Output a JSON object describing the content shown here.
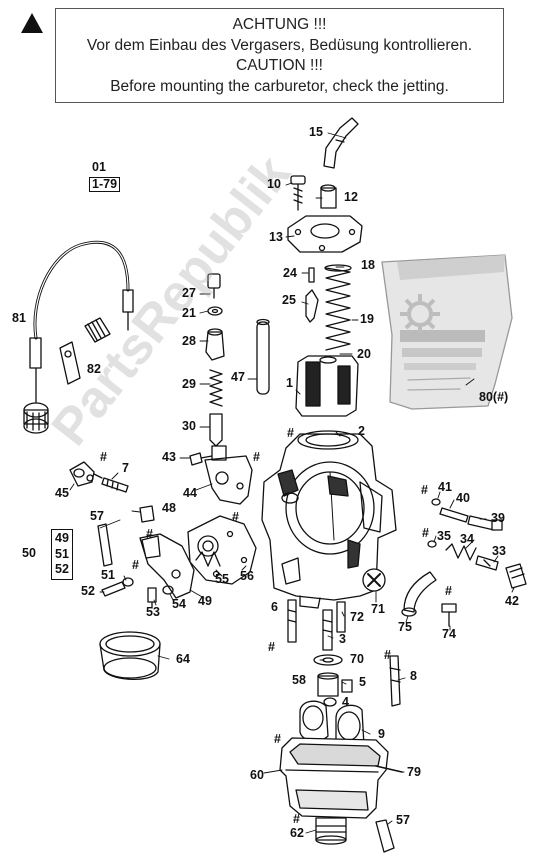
{
  "warning": {
    "lines": [
      "ACHTUNG !!!",
      "Vor dem Einbau des Vergasers, Bedüsung kontrollieren.",
      "CAUTION !!!",
      "Before mounting the carburetor, check the jetting."
    ]
  },
  "watermark": "PartsRepublik",
  "callouts": {
    "c01": "01",
    "c1_79": "1-79",
    "c15": "15",
    "c10": "10",
    "c12": "12",
    "c13": "13",
    "c18": "18",
    "c24": "24",
    "c25": "25",
    "c19": "19",
    "c20": "20",
    "c27": "27",
    "c21": "21",
    "c28": "28",
    "c29": "29",
    "c47": "47",
    "c30": "30",
    "c81": "81",
    "c82": "82",
    "c1": "1",
    "c2": "2",
    "c80": "80(#)",
    "c43": "43",
    "c44": "44",
    "c45": "45",
    "c7": "7",
    "c48": "48",
    "c57a": "57",
    "c49": "49",
    "c50": "50",
    "c51": "51",
    "c52": "52",
    "c51b": "51",
    "c52b": "52",
    "c53": "53",
    "c54": "54",
    "c49b": "49",
    "c55": "55",
    "c56": "56",
    "c41": "41",
    "c40": "40",
    "c39": "39",
    "c35": "35",
    "c34": "34",
    "c33": "33",
    "c42": "42",
    "c6": "6",
    "c71": "71",
    "c72": "72",
    "c75": "75",
    "c74": "74",
    "c3": "3",
    "c64": "64",
    "c70": "70",
    "c58": "58",
    "c5": "5",
    "c8": "8",
    "c4": "4",
    "c9": "9",
    "c60": "60",
    "c79": "79",
    "c62": "62",
    "c57b": "57",
    "hash": "#"
  },
  "colors": {
    "ink": "#111111",
    "box_border": "#555555",
    "watermark": "#aaaaaa"
  },
  "icons": [
    "warning-triangle-icon",
    "gear-watermark-icon"
  ]
}
